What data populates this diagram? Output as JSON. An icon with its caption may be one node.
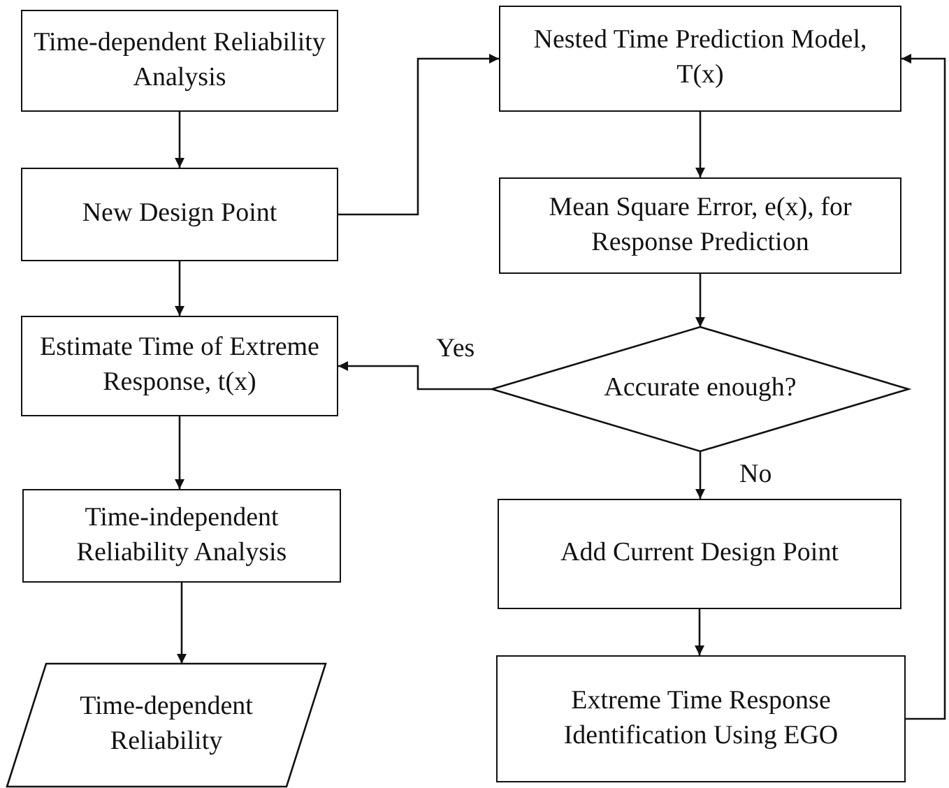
{
  "diagram": {
    "nodes": [
      {
        "text": [
          "Time-dependent Reliability Analysis"
        ]
      },
      {
        "text": [
          "New Design Point"
        ]
      },
      {
        "text": [
          "Estimate Time of Extreme Response, t(x)"
        ]
      },
      {
        "text": [
          "Time-independent Reliability Analysis"
        ]
      },
      {
        "text": [
          "Time-dependent Reliability"
        ]
      },
      {
        "text": [
          "Nested Time Prediction Model, T(x)"
        ]
      },
      {
        "text": [
          "Mean Square Error, e(x), for Response Prediction"
        ]
      },
      {
        "text": [
          "Accurate enough?"
        ]
      },
      {
        "text": [
          "Add Current Design Point"
        ]
      },
      {
        "text": [
          "Extreme Time Response Identification Using EGO"
        ]
      }
    ],
    "edges": [
      {
        "from": 0,
        "to": 1,
        "arrow": "to"
      },
      {
        "from": 1,
        "to": 2,
        "arrow": "to"
      },
      {
        "from": 2,
        "to": 3,
        "arrow": "to"
      },
      {
        "from": 3,
        "to": 4,
        "arrow": "to"
      },
      {
        "from": 1,
        "to": 5,
        "arrow": "to"
      },
      {
        "from": 5,
        "to": 6,
        "arrow": "to"
      },
      {
        "from": 6,
        "to": 7,
        "arrow": "to"
      },
      {
        "from": 7,
        "to": 2,
        "arrow": "to",
        "label": "Yes"
      },
      {
        "from": 7,
        "to": 8,
        "arrow": "to",
        "label": "No"
      },
      {
        "from": 8,
        "to": 9,
        "arrow": "to"
      },
      {
        "from": 9,
        "to": 5,
        "arrow": "to"
      }
    ]
  }
}
